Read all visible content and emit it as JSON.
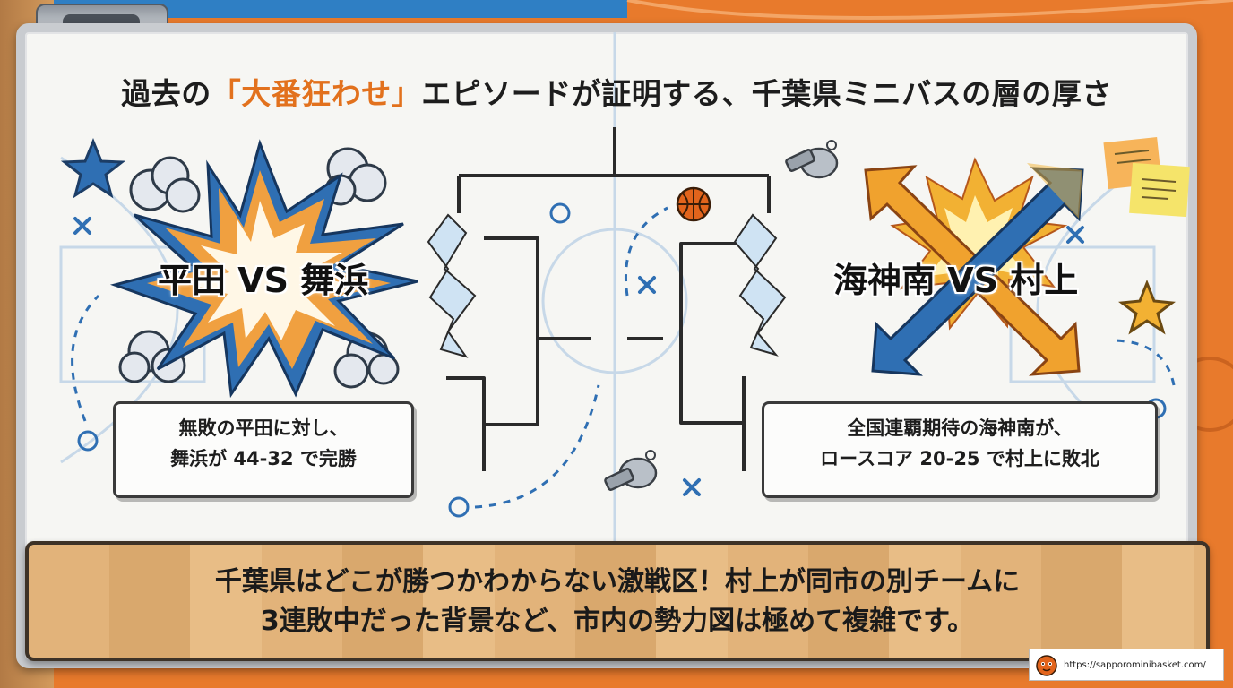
{
  "title": {
    "prefix": "過去の",
    "highlight": "「大番狂わせ」",
    "suffix": "エピソードが証明する、千葉県ミニバスの層の厚さ"
  },
  "left": {
    "matchup": "平田 VS 舞浜",
    "note_line1": "無敗の平田に対し、",
    "note_line2": "舞浜が 44-32 で完勝"
  },
  "right": {
    "matchup": "海神南 VS 村上",
    "note_line1": "全国連覇期待の海神南が、",
    "note_line2": "ロースコア 20-25 で村上に敗北"
  },
  "banner": {
    "line1": "千葉県はどこが勝つかわからない激戦区！村上が同市の別チームに",
    "line2": "3連敗中だった背景など、市内の勢力図は極めて複雑です。"
  },
  "footer": {
    "url": "https://sapporominibasket.com/"
  },
  "icons": [
    "star-icon",
    "whistle-icon",
    "basketball-icon",
    "sticky-note-icon",
    "crossed-arrows-icon",
    "explosion-icon"
  ],
  "colors": {
    "accent_orange": "#e2711d",
    "background_orange": "#e87a2c",
    "burst_blue": "#2f6fb3",
    "burst_orange": "#f0a040"
  }
}
